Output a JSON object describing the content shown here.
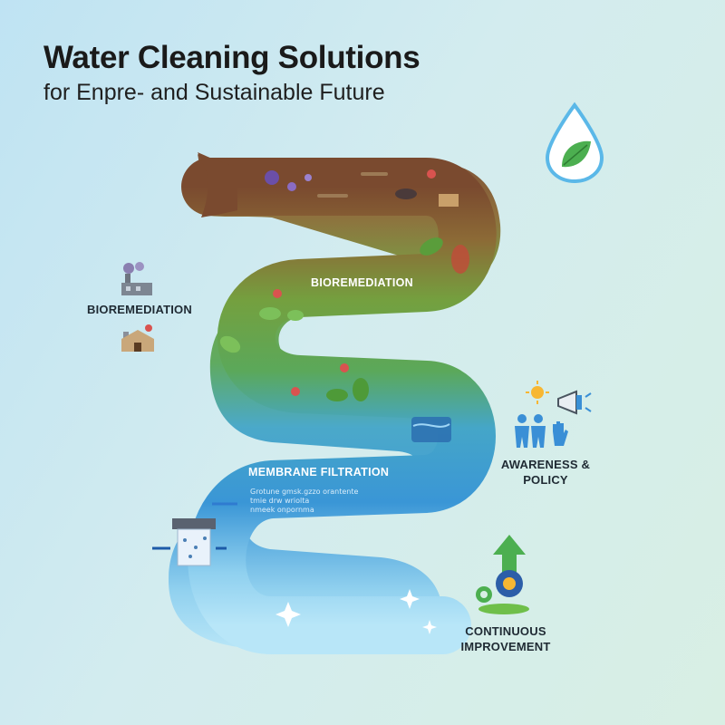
{
  "header": {
    "title": "Water Cleaning Solutions",
    "subtitle": "for Enpre- and Sustainable Future"
  },
  "river": {
    "stages": [
      {
        "label": "BIOREMEDIATION"
      },
      {
        "label": "MEMBRANE FILTRATION"
      }
    ],
    "filtration_note": [
      "Grotune gmsk.gzzo orantente",
      "tmie drw wriolta",
      "nmeek onpornma"
    ]
  },
  "sidebar": {
    "left": {
      "label": "BIOREMEDIATION"
    },
    "awareness": {
      "label_line1": "AWARENESS &",
      "label_line2": "POLICY"
    },
    "improvement": {
      "label_line1": "CONTINUOUS",
      "label_line2": "IMPROVEMENT"
    }
  },
  "colors": {
    "polluted": "#7a4a2f",
    "bio": "#6aa444",
    "filtered": "#3a96d6",
    "clean": "#aee0f6",
    "accent_green": "#4caf50"
  },
  "icons": [
    "water-drop-leaf-icon",
    "factory-icon",
    "house-icon",
    "sun-icon",
    "megaphone-icon",
    "people-icon",
    "hand-icon",
    "arrow-up-icon",
    "gear-icon",
    "filter-icon"
  ]
}
